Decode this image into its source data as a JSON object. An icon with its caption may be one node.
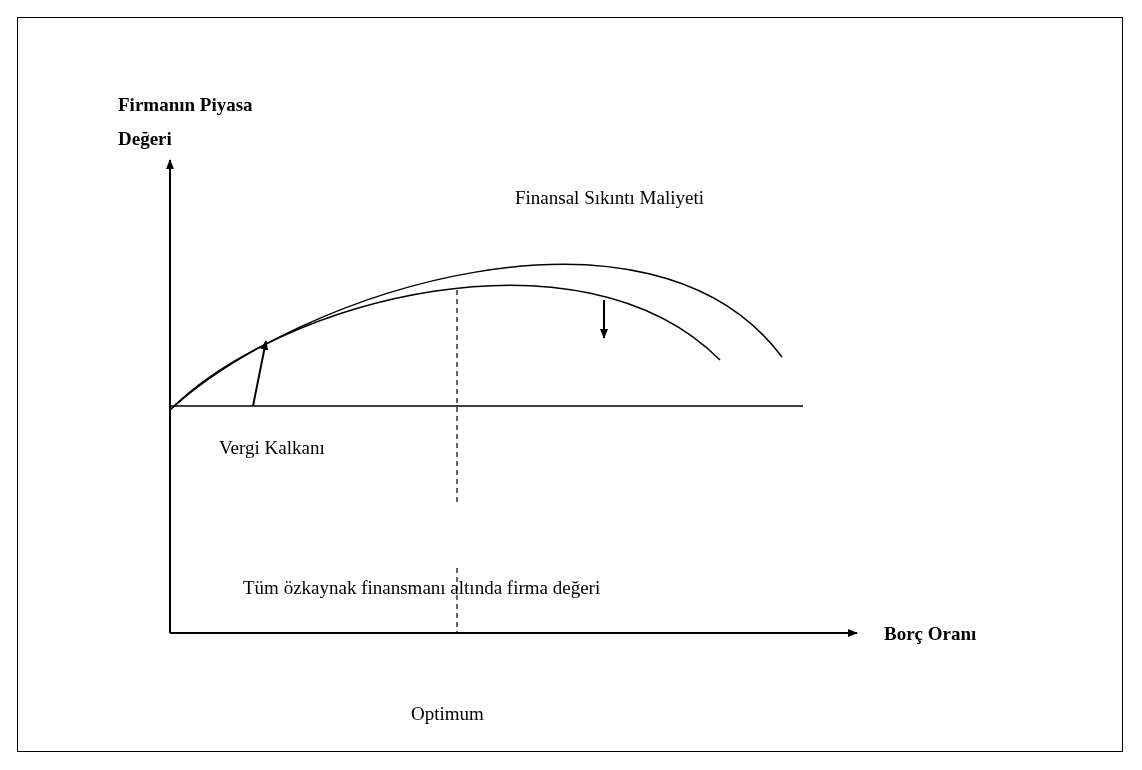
{
  "diagram": {
    "labels": [
      "Firmanın Piyasa Değeri",
      "Finansal Sıkıntı Maliyeti",
      "Vergi Kalkanı",
      "Tüm özkaynak finansmanı altında firma değeri",
      "Borç Oranı",
      "Optimum"
    ]
  }
}
